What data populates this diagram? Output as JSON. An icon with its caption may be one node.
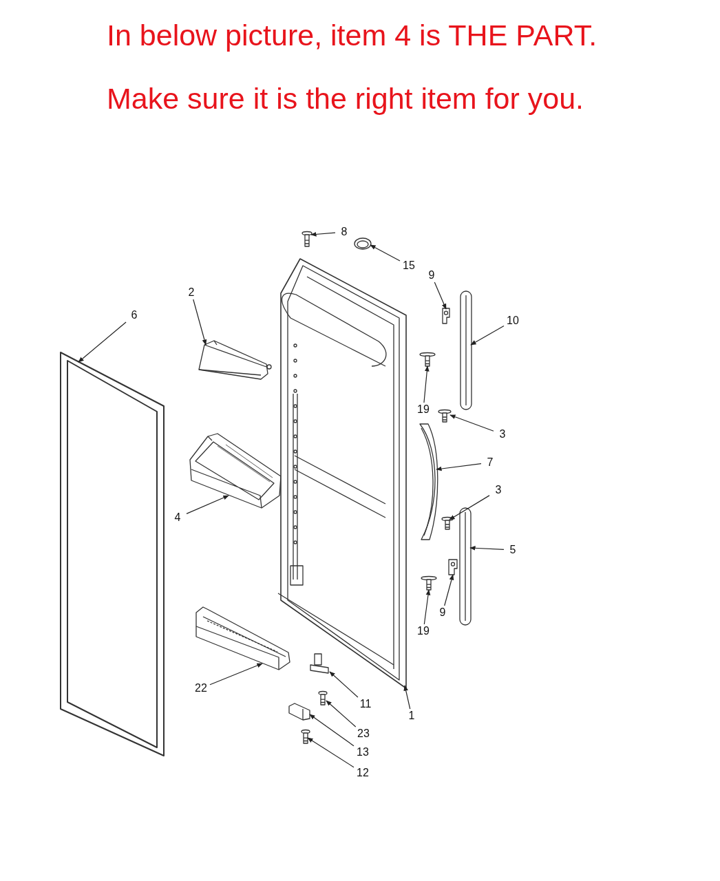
{
  "diagram": {
    "title": "In below picture, item 4 is THE PART.",
    "nodes": [
      {
        "text": [
          "8"
        ]
      },
      {
        "text": [
          "15"
        ]
      },
      {
        "text": [
          "9"
        ]
      },
      {
        "text": [
          "2"
        ]
      },
      {
        "text": [
          "6"
        ]
      },
      {
        "text": [
          "10"
        ]
      },
      {
        "text": [
          "19"
        ]
      },
      {
        "text": [
          "3"
        ]
      },
      {
        "text": [
          "7"
        ]
      },
      {
        "text": [
          "3"
        ]
      },
      {
        "text": [
          "4"
        ]
      },
      {
        "text": [
          "5"
        ]
      },
      {
        "text": [
          "9"
        ]
      },
      {
        "text": [
          "19"
        ]
      },
      {
        "text": [
          "22"
        ]
      },
      {
        "text": [
          "11"
        ]
      },
      {
        "text": [
          "1"
        ]
      },
      {
        "text": [
          "23"
        ]
      },
      {
        "text": [
          "13"
        ]
      },
      {
        "text": [
          "12"
        ]
      },
      {
        "text": [],
        "shape": "picture"
      },
      {
        "text": [],
        "shape": "picture"
      },
      {
        "text": [],
        "shape": "picture"
      },
      {
        "text": [],
        "shape": "picture"
      },
      {
        "text": [],
        "shape": "picture"
      },
      {
        "text": [],
        "shape": "picture"
      },
      {
        "text": [],
        "shape": "picture"
      },
      {
        "text": [],
        "shape": "picture"
      },
      {
        "text": [],
        "shape": "picture"
      },
      {
        "text": [],
        "shape": "picture"
      },
      {
        "text": [],
        "shape": "picture"
      },
      {
        "text": [],
        "shape": "picture"
      },
      {
        "text": [],
        "shape": "picture"
      },
      {
        "text": [],
        "shape": "picture"
      },
      {
        "text": [],
        "shape": "picture"
      },
      {
        "text": [],
        "shape": "picture"
      },
      {
        "text": [],
        "shape": "picture"
      },
      {
        "text": [],
        "shape": "picture"
      },
      {
        "text": [],
        "shape": "picture"
      },
      {
        "text": [],
        "shape": "picture"
      }
    ],
    "edges": [
      {
        "from": 0,
        "to": 20,
        "arrow": "to"
      },
      {
        "from": 1,
        "to": 21,
        "arrow": "to"
      },
      {
        "from": 2,
        "to": 22,
        "arrow": "to"
      },
      {
        "from": 3,
        "to": 23,
        "arrow": "to"
      },
      {
        "from": 4,
        "to": 24,
        "arrow": "to"
      },
      {
        "from": 5,
        "to": 25,
        "arrow": "to"
      },
      {
        "from": 6,
        "to": 26,
        "arrow": "to"
      },
      {
        "from": 7,
        "to": 27,
        "arrow": "to"
      },
      {
        "from": 8,
        "to": 28,
        "arrow": "to"
      },
      {
        "from": 9,
        "to": 29,
        "arrow": "to"
      },
      {
        "from": 10,
        "to": 30,
        "arrow": "to"
      },
      {
        "from": 11,
        "to": 31,
        "arrow": "to"
      },
      {
        "from": 12,
        "to": 32,
        "arrow": "to"
      },
      {
        "from": 13,
        "to": 33,
        "arrow": "to"
      },
      {
        "from": 14,
        "to": 34,
        "arrow": "to"
      },
      {
        "from": 15,
        "to": 35,
        "arrow": "to"
      },
      {
        "from": 16,
        "to": 36,
        "arrow": "to"
      },
      {
        "from": 17,
        "to": 37,
        "arrow": "to"
      },
      {
        "from": 18,
        "to": 38,
        "arrow": "to"
      },
      {
        "from": 19,
        "to": 39,
        "arrow": "to"
      }
    ],
    "labels": [
      "Make sure it is the right item for you."
    ]
  }
}
